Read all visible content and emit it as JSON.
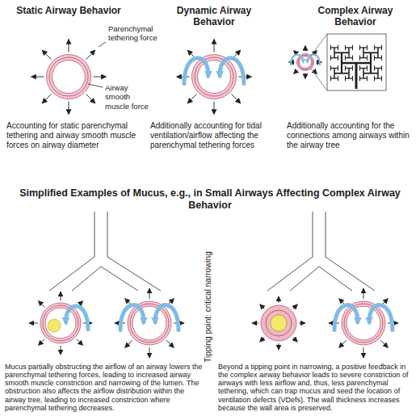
{
  "diagram": {
    "labels": [
      "Static Airway Behavior",
      "Dynamic Airway Behavior",
      "Complex Airway Behavior",
      "Parenchymal tethering force",
      "Airway smooth muscle force",
      "Accounting for static parenchymal tethering and airway smooth muscle forces on airway diameter",
      "Additionally accounting for tidal ventilation/airflow affecting the parenchymal tethering forces",
      "Additionally accounting for the connections among airways within the airway tree",
      "Simplified Examples of Mucus, e.g., in Small Airways Affecting Complex Airway Behavior",
      "Tipping point: critical narrowing",
      "Mucus partially obstructing the airflow of an airway lowers the parenchymal tethering forces, leading to increased airway smooth muscle constriction and narrowing of the lumen. The obstruction also affects the airflow distribution within the airway tree, leading to increased constriction where parenchymal tethering decreases.",
      "Beyond a tipping point in narrowing, a positive feedback in the complex airway behavior leads to severe constriction of airways with less airflow and, thus, less parenchymal tethering, which can trap mucus and seed the location of ventilation defects (VDefs). The wall thickness increases because the wall area is preserved."
    ]
  }
}
